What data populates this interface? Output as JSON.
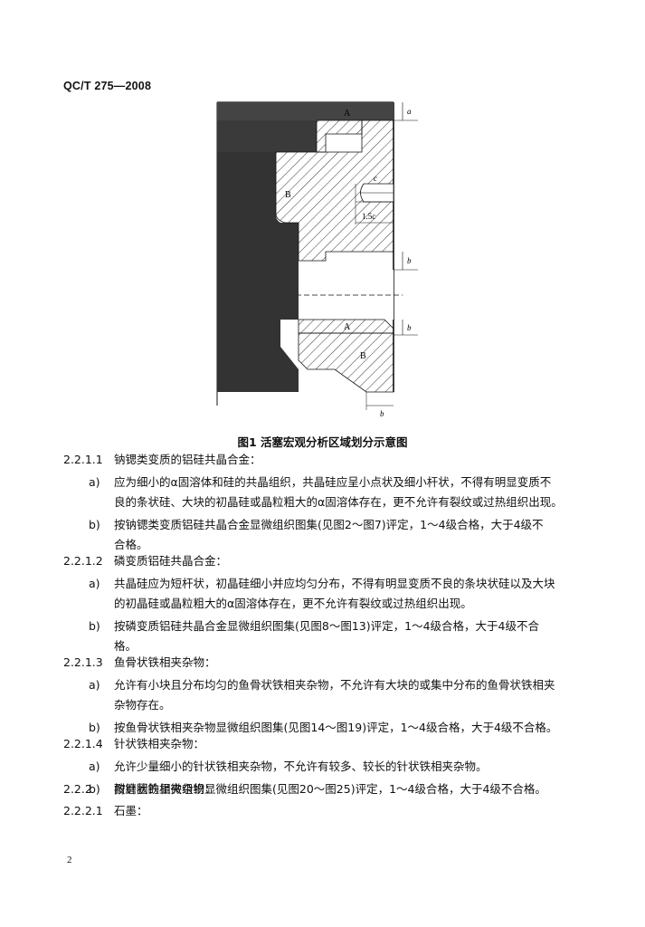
{
  "header": {
    "standard": "QC/T 275—2008"
  },
  "figure": {
    "labels": {
      "A": "A",
      "B": "B",
      "c": "c",
      "c15": "1.5c",
      "a": "a",
      "b": "b"
    },
    "caption": "图1  活塞宏观分析区域划分示意图"
  },
  "sections": [
    {
      "num": "2.2.1.1",
      "title": "钠锶类变质的铝硅共晶合金：",
      "items": [
        {
          "mark": "a)",
          "lines": [
            "应为细小的α固溶体和硅的共晶组织，共晶硅应呈小点状及细小杆状，不得有明显变质不",
            "良的条状硅、大块的初晶硅或晶粒粗大的α固溶体存在，更不允许有裂纹或过热组织出现。"
          ]
        },
        {
          "mark": "b)",
          "lines": [
            "按钠锶类变质铝硅共晶合金显微组织图集(见图2～图7)评定，1～4级合格，大于4级不",
            "合格。"
          ]
        }
      ]
    },
    {
      "num": "2.2.1.2",
      "title": "磷变质铝硅共晶合金：",
      "items": [
        {
          "mark": "a)",
          "lines": [
            "共晶硅应为短杆状，初晶硅细小并应均匀分布，不得有明显变质不良的条块状硅以及大块",
            "的初晶硅或晶粒粗大的α固溶体存在，更不允许有裂纹或过热组织出现。"
          ]
        },
        {
          "mark": "b)",
          "lines": [
            "按磷变质铝硅共晶合金显微组织图集(见图8～图13)评定，1～4级合格，大于4级不合",
            "格。"
          ]
        }
      ]
    },
    {
      "num": "2.2.1.3",
      "title": "鱼骨状铁相夹杂物：",
      "items": [
        {
          "mark": "a)",
          "lines": [
            "允许有小块且分布均匀的鱼骨状铁相夹杂物，不允许有大块的或集中分布的鱼骨状铁相夹",
            "杂物存在。"
          ]
        },
        {
          "mark": "b)",
          "lines": [
            "按鱼骨状铁相夹杂物显微组织图集(见图14～图19)评定，1～4级合格，大于4级不合格。"
          ]
        }
      ]
    },
    {
      "num": "2.2.1.4",
      "title": "针状铁相夹杂物：",
      "items": [
        {
          "mark": "a)",
          "lines": [
            "允许少量细小的针状铁相夹杂物，不允许有较多、较长的针状铁相夹杂物。"
          ]
        },
        {
          "mark": "b)",
          "lines": [
            "按针状铁相夹杂物显微组织图集(见图20～图25)评定，1～4级合格，大于4级不合格。"
          ]
        }
      ]
    },
    {
      "num": "2.2.2",
      "title": "耐磨圈的显微组织：",
      "items": []
    },
    {
      "num": "2.2.2.1",
      "title": "石墨：",
      "items": []
    }
  ],
  "page_number": "2"
}
